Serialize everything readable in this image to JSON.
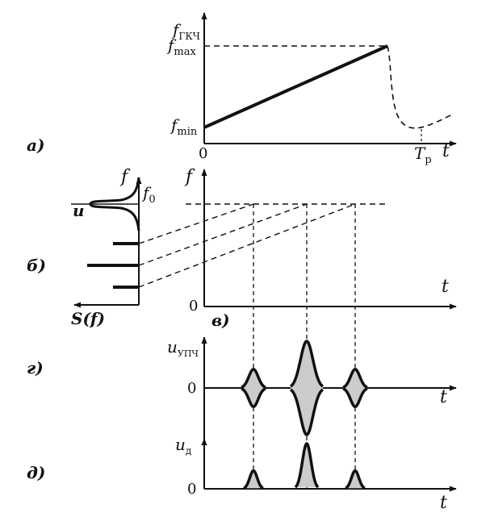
{
  "panel_labels": {
    "a": "а)",
    "b": "б)",
    "v": "в)",
    "g": "г)",
    "d": "д)"
  },
  "panel_a": {
    "y_axis": "f",
    "y_axis_sub": "ГКЧ",
    "f_max": "f",
    "f_max_sub": "max",
    "f_min": "f",
    "f_min_sub": "min",
    "origin": "0",
    "t_r": "T",
    "t_r_sub": "р",
    "x_axis": "t"
  },
  "panel_b": {
    "y_axis": "f",
    "f0": "f",
    "f0_sub": "0",
    "u_label": "u",
    "x_axis": "S(f)",
    "line_count": 3
  },
  "panel_v": {
    "y_axis": "f",
    "origin": "0",
    "x_axis": "t"
  },
  "panel_g": {
    "y_axis": "u",
    "y_axis_sub": "УПЧ",
    "origin": "0",
    "x_axis": "t",
    "pulse_amplitudes": [
      0.4,
      1.0,
      0.4
    ]
  },
  "panel_d": {
    "y_axis": "u",
    "y_axis_sub": "д",
    "origin": "0",
    "x_axis": "t",
    "pulse_amplitudes": [
      0.4,
      1.0,
      0.4
    ]
  },
  "colors": {
    "ink": "#111111",
    "fill": "#cccccc"
  }
}
